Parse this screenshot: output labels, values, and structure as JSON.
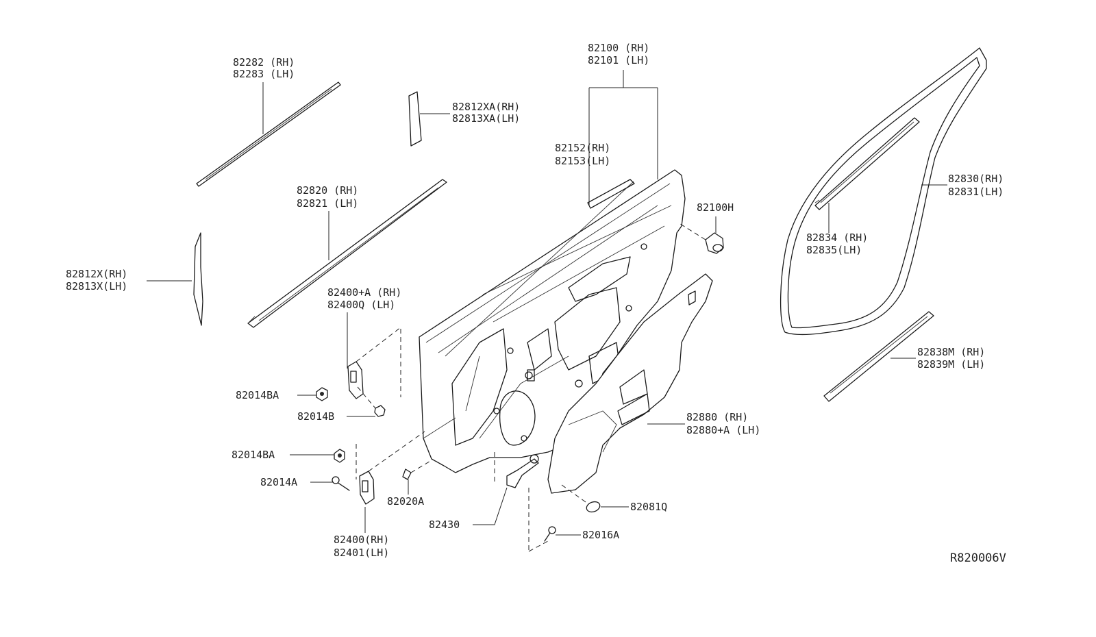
{
  "diagram": {
    "reference_code": "R820006V",
    "callouts": [
      {
        "id": "molding-outer",
        "lines": [
          "82282 (RH)",
          "82283 (LH)"
        ]
      },
      {
        "id": "front-sash-cover",
        "lines": [
          "82812XA(RH)",
          "82813XA(LH)"
        ]
      },
      {
        "id": "door-panel-assy",
        "lines": [
          "82100 (RH)",
          "82101 (LH)"
        ]
      },
      {
        "id": "door-panel-outer",
        "lines": [
          "82152(RH)",
          "82153(LH)"
        ]
      },
      {
        "id": "weatherstrip-outer",
        "lines": [
          "82820 (RH)",
          "82821 (LH)"
        ]
      },
      {
        "id": "rear-sash-cover",
        "lines": [
          "82812X(RH)",
          "82813X(LH)"
        ]
      },
      {
        "id": "upper-hinge",
        "lines": [
          "82400+A (RH)",
          "82400Q  (LH)"
        ]
      },
      {
        "id": "bolt-upper-ba",
        "lines": [
          "82014BA"
        ]
      },
      {
        "id": "bolt-upper-b",
        "lines": [
          "82014B"
        ]
      },
      {
        "id": "bolt-lower-ba",
        "lines": [
          "82014BA"
        ]
      },
      {
        "id": "bolt-lower-a",
        "lines": [
          "82014A"
        ]
      },
      {
        "id": "lower-hinge",
        "lines": [
          "82400(RH)",
          "82401(LH)"
        ]
      },
      {
        "id": "striker-bolt",
        "lines": [
          "82020A"
        ]
      },
      {
        "id": "door-check",
        "lines": [
          "82430"
        ]
      },
      {
        "id": "check-bolt",
        "lines": [
          "82016A"
        ]
      },
      {
        "id": "plug",
        "lines": [
          "82081Q"
        ]
      },
      {
        "id": "sealing-screen",
        "lines": [
          "82880 (RH)",
          "82880+A (LH)"
        ]
      },
      {
        "id": "bumper-rubber",
        "lines": [
          "82100H"
        ]
      },
      {
        "id": "door-weatherstrip",
        "lines": [
          "82830(RH)",
          "82831(LH)"
        ]
      },
      {
        "id": "inner-seal",
        "lines": [
          "82834 (RH)",
          "82835(LH)"
        ]
      },
      {
        "id": "lower-seal",
        "lines": [
          "82838M (RH)",
          "82839M (LH)"
        ]
      }
    ]
  }
}
